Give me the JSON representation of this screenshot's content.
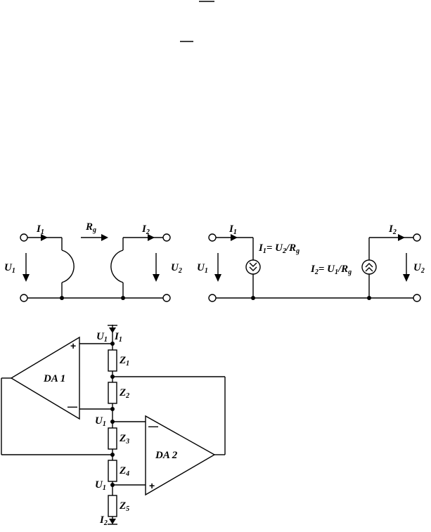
{
  "diagram1": {
    "I1": "I",
    "I1_sub": "1",
    "Rg": "R",
    "Rg_sub": "g",
    "I2": "I",
    "I2_sub": "2",
    "U1": "U",
    "U1_sub": "1",
    "U2": "U",
    "U2_sub": "2"
  },
  "diagram2": {
    "I1": "I",
    "I1_sub": "1",
    "I2": "I",
    "I2_sub": "2",
    "U1": "U",
    "U1_sub": "1",
    "U2": "U",
    "U2_sub": "2",
    "eq1_a": "I",
    "eq1_a_sub": "1",
    "eq1_b": "= U",
    "eq1_b_sub": "2",
    "eq1_c": "/R",
    "eq1_c_sub": "g",
    "eq2_a": "I",
    "eq2_a_sub": "2",
    "eq2_b": "= U",
    "eq2_b_sub": "1",
    "eq2_c": "/R",
    "eq2_c_sub": "g"
  },
  "diagram3": {
    "da1": "DA 1",
    "da2": "DA 2",
    "plus": "+",
    "minus": "—",
    "U1": "U",
    "U1_sub": "1",
    "I1": "I",
    "I1_sub": "1",
    "I2": "I",
    "I2_sub": "2",
    "Z": "Z",
    "z_subs": [
      "1",
      "2",
      "3",
      "4",
      "5"
    ]
  }
}
